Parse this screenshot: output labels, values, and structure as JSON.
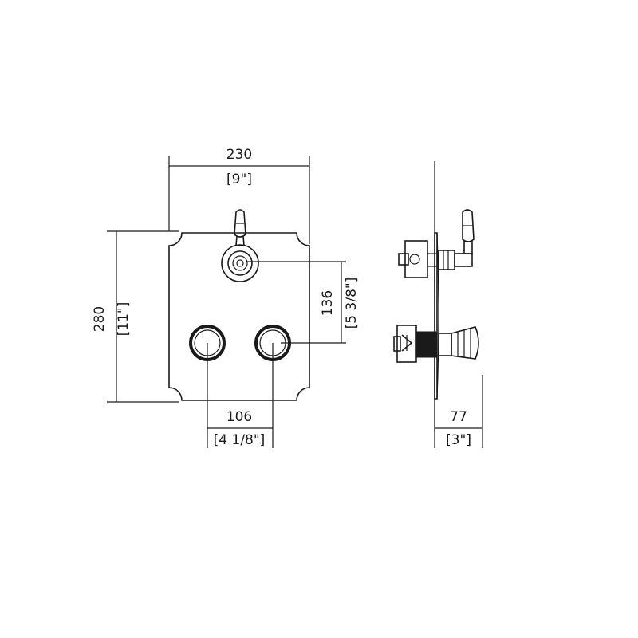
{
  "front_view": {
    "width_mm": "230",
    "width_in": "[9\"]",
    "height_mm": "280",
    "height_in": "[11\"]",
    "offset_mm": "136",
    "offset_in": "[5 3/8\"]",
    "spacing_mm": "106",
    "spacing_in": "[4 1/8\"]"
  },
  "side_view": {
    "depth_mm": "77",
    "depth_in": "[3\"]"
  }
}
